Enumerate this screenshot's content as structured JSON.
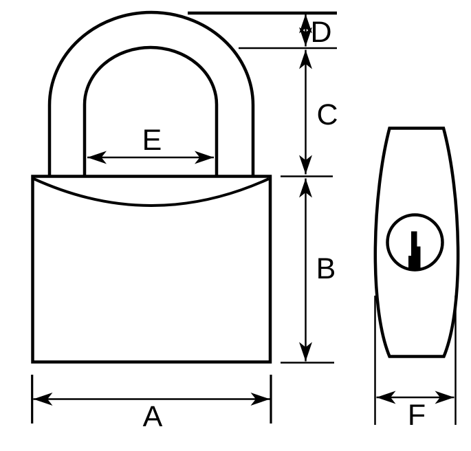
{
  "diagram": {
    "description_labels": {
      "a": "A",
      "b": "B",
      "c": "C",
      "d": "D",
      "e": "E",
      "f": "F"
    },
    "colors": {
      "line": "#000000",
      "background": "#ffffff"
    },
    "icons": {
      "keyhole": "keyhole-icon"
    }
  }
}
